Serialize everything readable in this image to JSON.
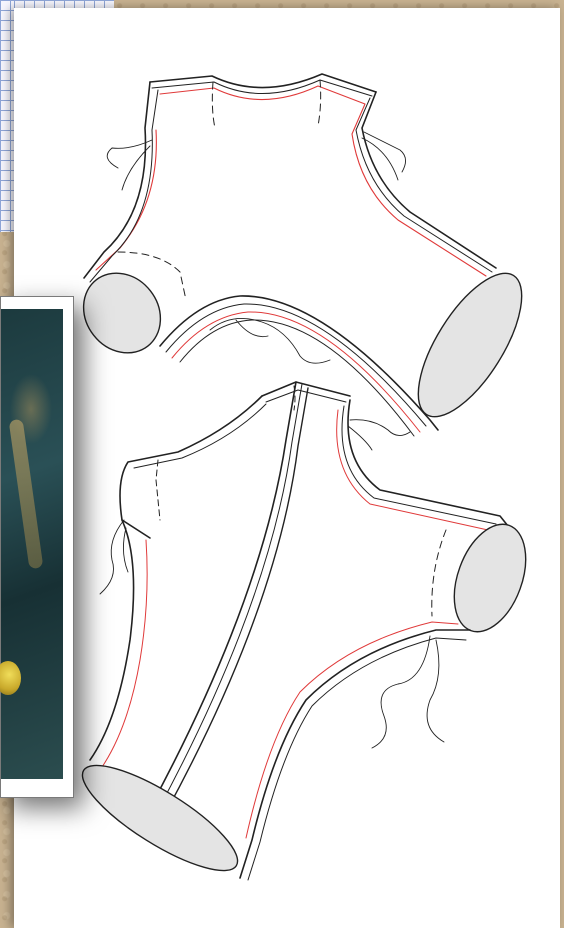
{
  "scene": {
    "background": {
      "texture": "parchment",
      "color": "#c9b391"
    },
    "graph_paper": {
      "grid_color": "#8fa6d8"
    },
    "sheet": {
      "color": "#ffffff"
    },
    "photo": {
      "palette": [
        "#1c3a3e",
        "#2a5056",
        "#d6c038"
      ]
    },
    "sketch": {
      "stroke_color": "#222222",
      "seam_line_color": "#e03a3a",
      "cuff_fill": "#e4e4e4",
      "pieces": [
        "bodice-piece",
        "sleeve-piece"
      ]
    }
  }
}
